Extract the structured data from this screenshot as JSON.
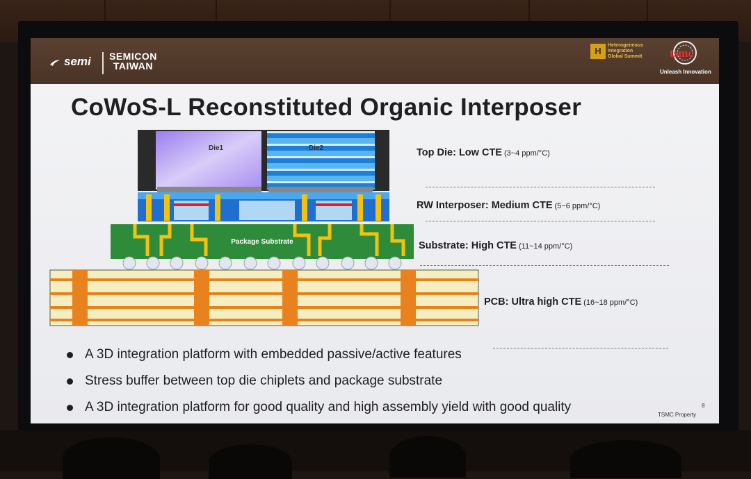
{
  "header": {
    "semi_logo_text": "semi",
    "semicon_line1": "SEMICON",
    "semicon_line2": "TAIWAN",
    "hi_logo_letter": "H",
    "hi_line1": "Heterogeneous",
    "hi_line2": "Integration",
    "hi_line3": "Global Summit",
    "tsmc_text": "tsmc",
    "tagline": "Unleash Innovation"
  },
  "title": "CoWoS-L Reconstituted Organic Interposer",
  "diagram": {
    "die1": "Die1",
    "die2": "Die2",
    "substrate": "Package Substrate"
  },
  "labels": [
    {
      "main": "Top Die: Low CTE",
      "unit": "(3~4 ppm/°C)"
    },
    {
      "main": "RW Interposer: Medium CTE",
      "unit": "(5~6 ppm/°C)"
    },
    {
      "main": "Substrate: High CTE",
      "unit": "(11~14 ppm/°C)"
    },
    {
      "main": "PCB: Ultra high CTE",
      "unit": "(16~18 ppm/°C)"
    }
  ],
  "bullets": [
    "A 3D integration platform with embedded passive/active features",
    "Stress buffer between top die chiplets and package substrate",
    "A 3D integration platform for good quality and high assembly yield with good quality"
  ],
  "footer": "TSMC Property",
  "page_number": "8",
  "colors": {
    "header_bg": "#4f382a",
    "substrate_green": "#2e8b3a",
    "interposer_blue": "#1e6fd0",
    "trace_yellow": "#f2c20f",
    "pcb_orange": "#e8821e",
    "die1_purple": "#b9a4f0",
    "die2_blue": "#3fa0e8"
  }
}
